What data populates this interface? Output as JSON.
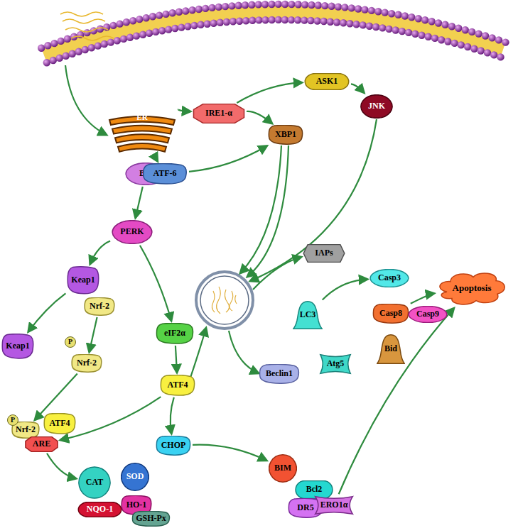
{
  "diagram": {
    "nodes": [
      {
        "text": [
          "ER"
        ]
      },
      {
        "text": [
          "Bip"
        ]
      },
      {
        "text": [
          "IRE1-α"
        ]
      },
      {
        "text": [
          "ASK1"
        ]
      },
      {
        "text": [
          "JNK"
        ]
      },
      {
        "text": [
          "ATF-6"
        ]
      },
      {
        "text": [
          "XBP1"
        ]
      },
      {
        "text": [
          "PERK"
        ]
      },
      {
        "text": [
          "IAPs"
        ]
      },
      {
        "text": [
          "Keap1"
        ]
      },
      {
        "text": [
          "Nrf-2"
        ]
      },
      {
        "text": [
          "Keap1"
        ]
      },
      {
        "text": [
          "Nrf-2"
        ]
      },
      {
        "text": [
          "eIF2α"
        ]
      },
      {
        "text": [
          "ATF4"
        ]
      },
      {
        "text": [
          "Nrf-2"
        ]
      },
      {
        "text": [
          "ATF4"
        ]
      },
      {
        "text": [
          "ARE"
        ]
      },
      {
        "text": [
          "CHOP"
        ]
      },
      {
        "text": [
          "LC3"
        ]
      },
      {
        "text": [
          "Casp3"
        ]
      },
      {
        "text": [
          "Casp8"
        ]
      },
      {
        "text": [
          "Casp9"
        ]
      },
      {
        "text": [
          "Bid"
        ]
      },
      {
        "text": [
          "Beclin1"
        ]
      },
      {
        "text": [
          "Atg5"
        ]
      },
      {
        "text": [
          "Apoptosis"
        ]
      },
      {
        "text": [
          "BIM"
        ]
      },
      {
        "text": [
          "Bcl2"
        ]
      },
      {
        "text": [
          "DR5"
        ]
      },
      {
        "text": [
          "ERO1α"
        ]
      },
      {
        "text": [
          "CAT"
        ]
      },
      {
        "text": [
          "SOD"
        ]
      },
      {
        "text": [
          "NQO-1"
        ]
      },
      {
        "text": [
          "HO-1"
        ]
      },
      {
        "text": [
          "GSH-Px"
        ]
      }
    ],
    "edges": [
      {
        "from": 0,
        "to": 2,
        "arrow": "to"
      },
      {
        "from": 0,
        "to": 5,
        "arrow": "to"
      },
      {
        "from": 1,
        "to": 7,
        "arrow": "to"
      },
      {
        "from": 2,
        "to": 3,
        "arrow": "to"
      },
      {
        "from": 3,
        "to": 4,
        "arrow": "to"
      },
      {
        "from": 2,
        "to": 6,
        "arrow": "to"
      },
      {
        "from": 5,
        "to": 6,
        "arrow": "to"
      },
      {
        "from": 7,
        "to": 9,
        "arrow": "to"
      },
      {
        "from": 7,
        "to": 13,
        "arrow": "to"
      },
      {
        "from": 9,
        "to": 11,
        "arrow": "to"
      },
      {
        "from": 10,
        "to": 12,
        "arrow": "to"
      },
      {
        "from": 12,
        "to": 15,
        "arrow": "to"
      },
      {
        "from": 13,
        "to": 14,
        "arrow": "to"
      },
      {
        "from": 14,
        "to": 17,
        "arrow": "to"
      },
      {
        "from": 14,
        "to": 18,
        "arrow": "to"
      },
      {
        "from": 17,
        "to": 31,
        "arrow": "to"
      },
      {
        "from": 18,
        "to": 27,
        "arrow": "to"
      },
      {
        "from": 30,
        "to": 26,
        "arrow": "to"
      },
      {
        "from": 19,
        "to": 20,
        "arrow": "to"
      },
      {
        "from": 21,
        "to": 26,
        "arrow": "to"
      }
    ],
    "labels": [
      "P",
      "P"
    ]
  }
}
